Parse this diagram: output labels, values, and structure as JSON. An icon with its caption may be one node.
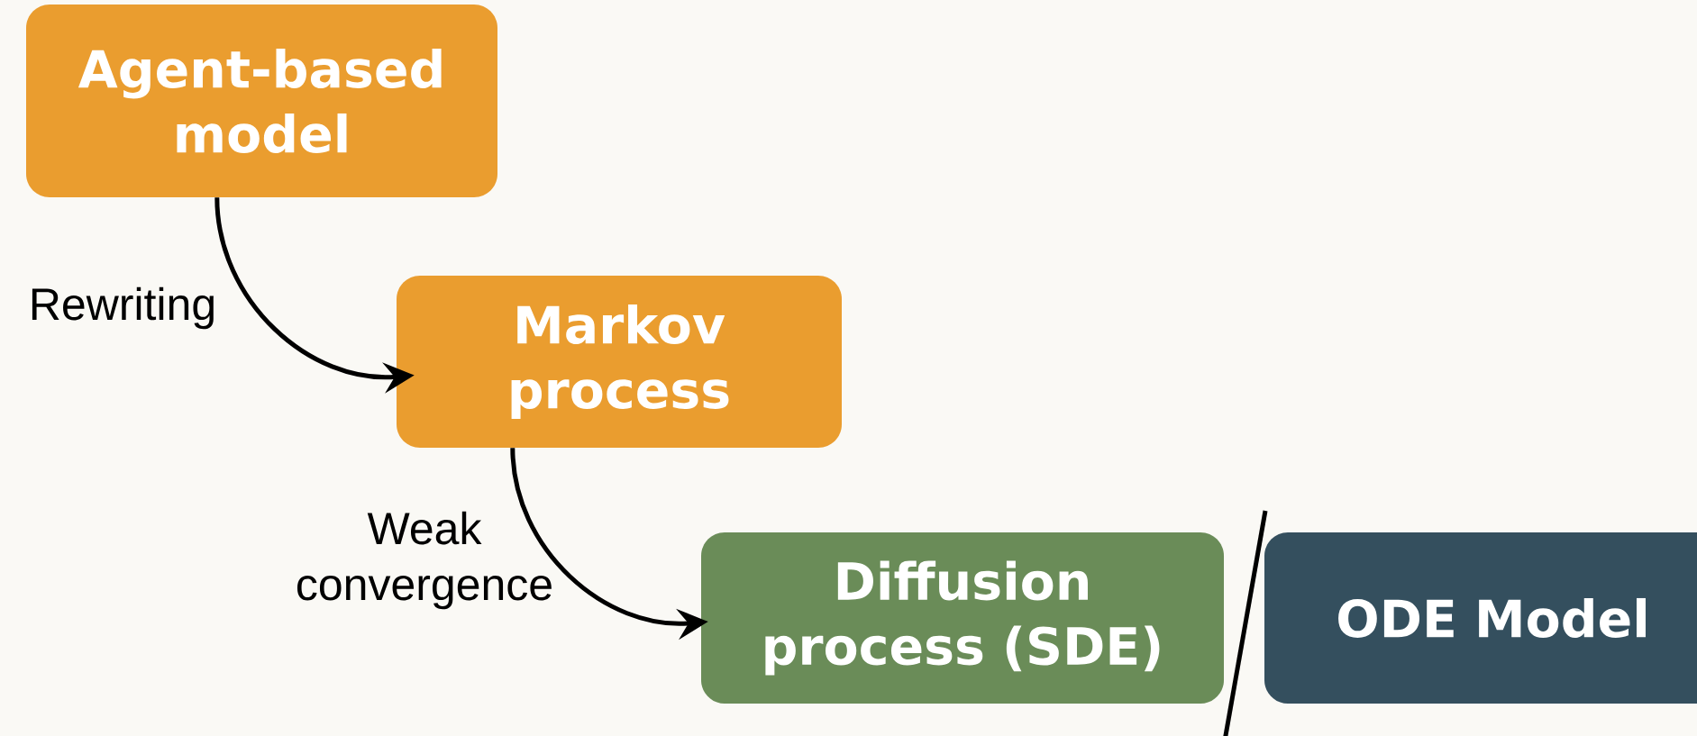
{
  "diagram": {
    "nodes": [
      {
        "text": [
          "Agent-based model"
        ]
      },
      {
        "text": [
          "Markov process"
        ]
      },
      {
        "text": [
          "Diffusion process (SDE)"
        ]
      },
      {
        "text": [
          "ODE Model"
        ]
      }
    ],
    "edges": [
      {
        "from": 0,
        "to": 1,
        "arrow": "to",
        "label": "Rewriting"
      },
      {
        "from": 1,
        "to": 2,
        "arrow": "to",
        "label": "Weak convergence"
      }
    ]
  }
}
